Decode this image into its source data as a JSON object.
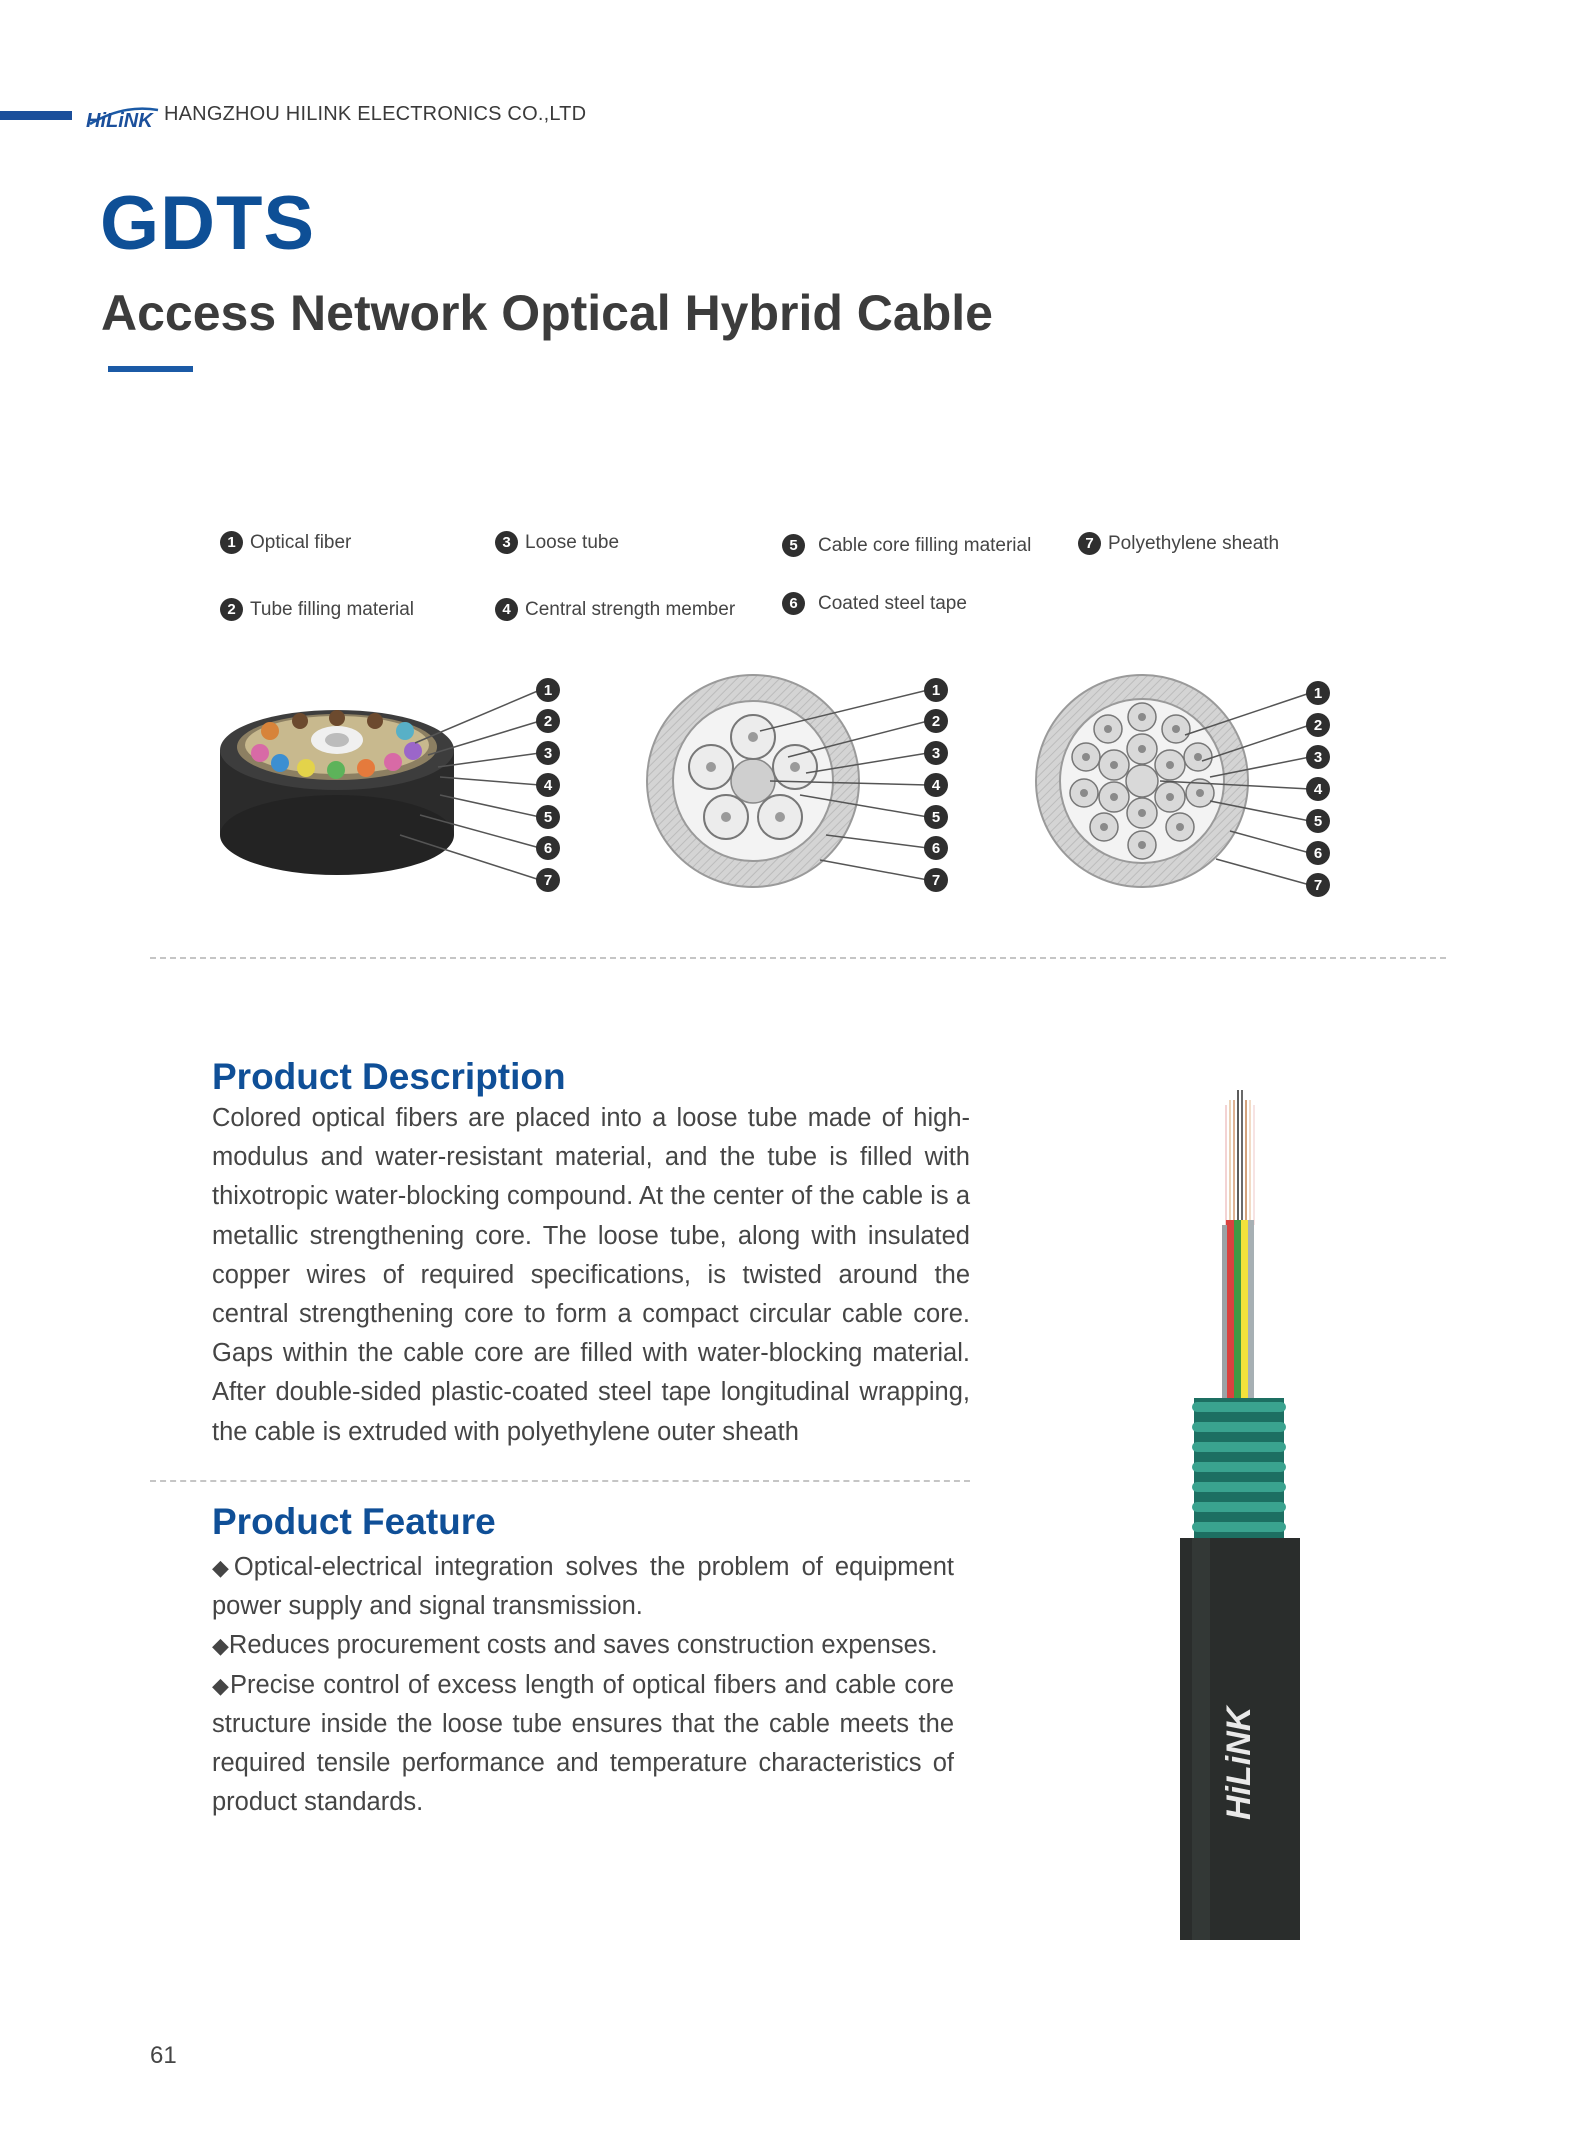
{
  "header": {
    "brand_logo": "HiLiNK",
    "company": "HANGZHOU HILINK ELECTRONICS CO.,LTD"
  },
  "title": {
    "code": "GDTS",
    "name": "Access Network Optical Hybrid Cable"
  },
  "legend": [
    {
      "num": "1",
      "label": "Optical fiber"
    },
    {
      "num": "2",
      "label": "Tube filling material"
    },
    {
      "num": "3",
      "label": "Loose tube"
    },
    {
      "num": "4",
      "label": "Central strength member"
    },
    {
      "num": "5",
      "label": "Cable core filling material"
    },
    {
      "num": "6",
      "label": "Coated steel tape"
    },
    {
      "num": "7",
      "label": "Polyethylene sheath"
    }
  ],
  "description": {
    "heading": "Product Description",
    "text": "Colored optical fibers are placed into a loose tube made of high-modulus and water-resistant material, and the tube is filled with thixotropic water-blocking compound. At the center of the cable is a metallic strengthening core. The loose tube, along with insulated copper wires of required specifications, is twisted around the central strengthening core to form a compact circular cable core. Gaps within the cable core are filled with water-blocking material. After double-sided plastic-coated steel tape longitudinal wrapping, the cable is extruded with polyethylene outer sheath"
  },
  "feature": {
    "heading": "Product Feature",
    "bullet": "◆",
    "items": [
      "Optical-electrical integration solves the problem of equipment power supply and signal transmission.",
      "Reduces procurement costs and saves construction expenses.",
      "Precise control of excess length of optical fibers and cable core structure inside the loose tube ensures that the cable meets the required tensile performance and temperature characteristics of product standards."
    ]
  },
  "cable_logo": "HiLiNK",
  "page_number": "61",
  "colors": {
    "brand_blue": "#0e4f96",
    "sheath_black": "#2a2d2c",
    "steel_tape_teal": "#1d6f62"
  }
}
